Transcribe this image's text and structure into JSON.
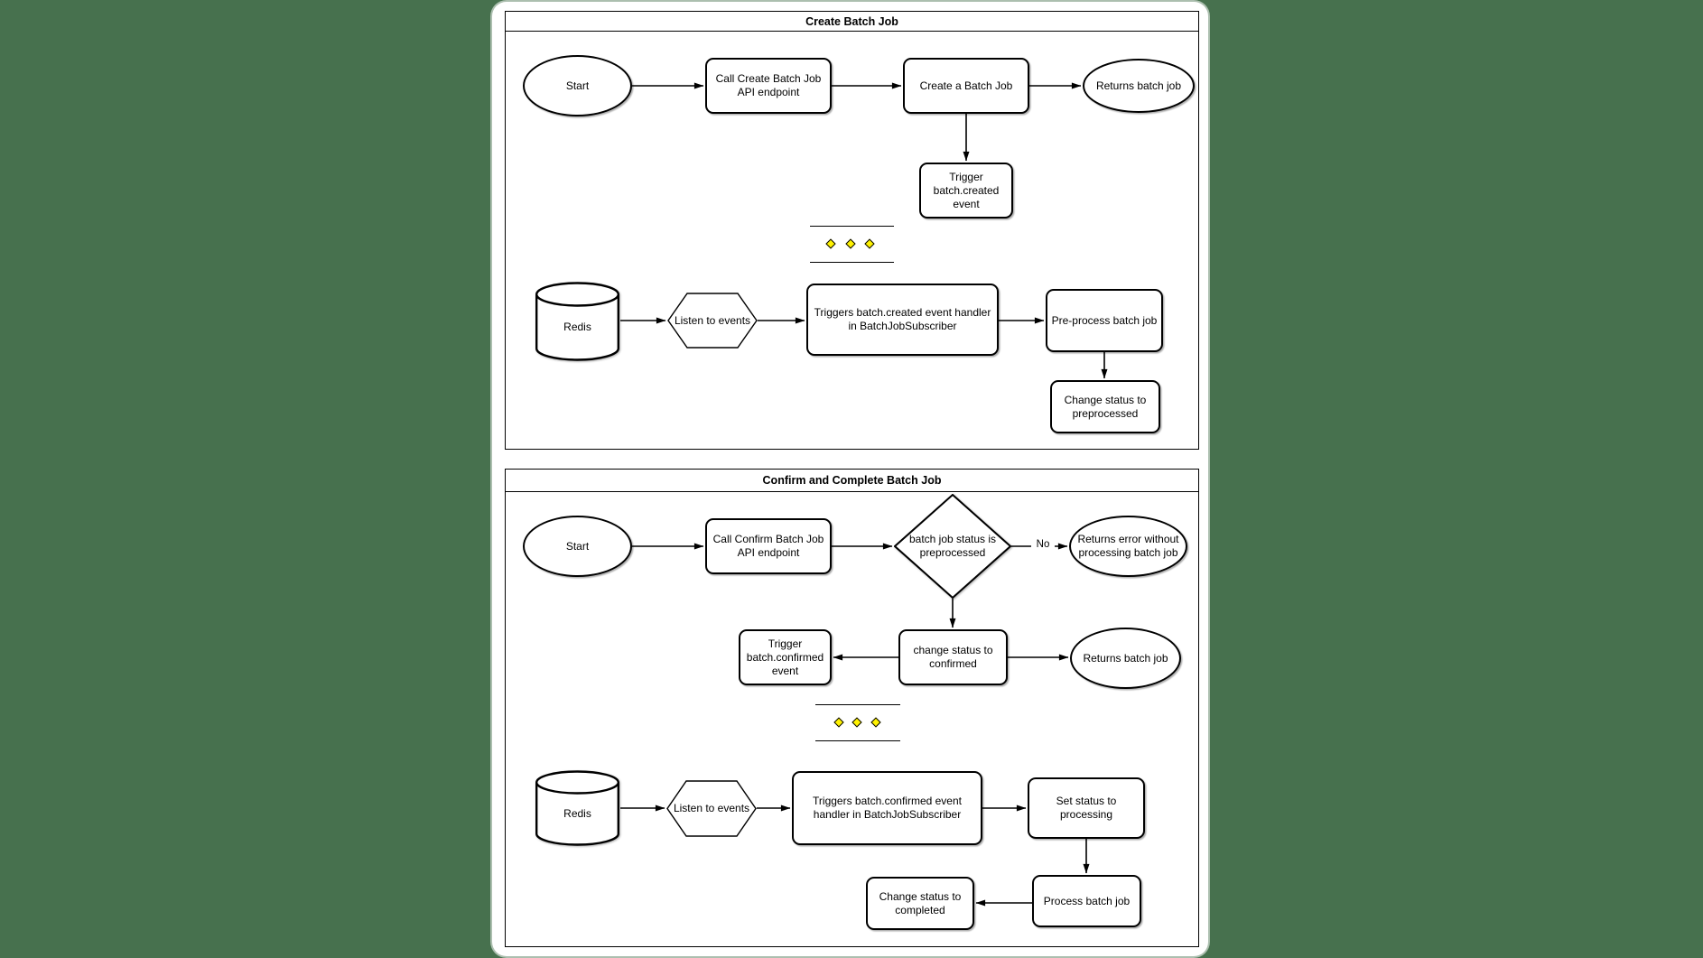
{
  "colors": {
    "background": "#47714E",
    "sheet_fill": "#FFFFFF",
    "stroke": "#000000",
    "divider_diamond_fill": "#FFF200"
  },
  "panels": {
    "create": {
      "title": "Create Batch Job",
      "nodes": {
        "start": "Start",
        "call_api": "Call Create Batch Job\nAPI endpoint",
        "create_job": "Create a Batch Job",
        "returns_job": "Returns batch job",
        "trigger_event": "Trigger\nbatch.created\nevent",
        "redis": "Redis",
        "listen": "Listen to events",
        "handler": "Triggers batch.created event handler\nin BatchJobSubscriber",
        "preprocess": "Pre-process batch job",
        "change_status": "Change status to\npreprocessed"
      }
    },
    "confirm": {
      "title": "Confirm and Complete Batch Job",
      "nodes": {
        "start": "Start",
        "call_api": "Call Confirm Batch Job\nAPI endpoint",
        "decision": "batch job status is\npreprocessed",
        "no_label": "No",
        "returns_error": "Returns error without\nprocessing batch job",
        "trigger_event": "Trigger\nbatch.confirmed\nevent",
        "change_confirmed": "change status to\nconfirmed",
        "returns_job": "Returns batch job",
        "redis": "Redis",
        "listen": "Listen to events",
        "handler": "Triggers batch.confirmed event\nhandler in BatchJobSubscriber",
        "set_processing": "Set status to\nprocessing",
        "process": "Process batch job",
        "change_completed": "Change status to\ncompleted"
      }
    }
  }
}
